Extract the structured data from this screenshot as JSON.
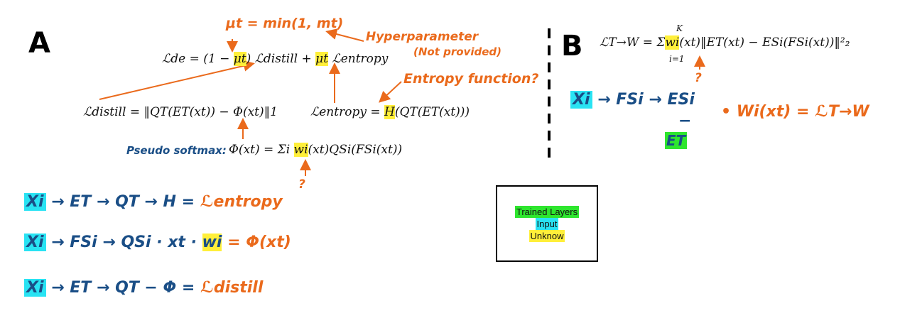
{
  "panel_a": {
    "letter": "A",
    "mu_def": "μt = min(1, mt)",
    "hyperparam_note_1": "Hyperparameter",
    "hyperparam_note_2": "(Not provided)",
    "entropy_note": "Entropy function?",
    "eq_de_lhs": "ℒde = (1 − ",
    "eq_de_mu": "μt",
    "eq_de_mid": ") ℒdistill + ",
    "eq_de_mu2": "μt",
    "eq_de_end": " ℒentropy",
    "eq_distill": "ℒdistill = ‖QT(ET(xt)) − Φ(xt)‖1",
    "eq_entropy_lhs": "ℒentropy = ",
    "eq_entropy_H": "H",
    "eq_entropy_rhs": "(QT(ET(xt)))",
    "pseudo_label": "Pseudo softmax:",
    "eq_phi_lhs": "Φ(xt) = Σi ",
    "eq_phi_w": "wi",
    "eq_phi_rhs": "(xt)QSi(FSi(xt))",
    "question": "?",
    "flow1": {
      "x": "Xi",
      "steps": "→ ET → QT → H =",
      "result": "ℒentropy"
    },
    "flow2": {
      "x": "Xi",
      "steps": "→ FSi → QSi · xt ·",
      "w": "wi",
      "result": "= Φ(xt)"
    },
    "flow3": {
      "x": "Xi",
      "steps": "→ ET → QT − Φ =",
      "result": "ℒdistill"
    }
  },
  "panel_b": {
    "letter": "B",
    "eq_lhs": "ℒT→W = Σ",
    "sum_top": "K",
    "sum_bottom": "i=1",
    "eq_w": "wi",
    "eq_rhs": "(xt)‖ET(xt) − ESi(FSi(xt))‖²₂",
    "question": "?",
    "flow_x": "Xi",
    "flow_steps": "→ FSi → ESi",
    "flow_minus": "−",
    "flow_et": "ET",
    "flow_w": "• Wi(xt) = ℒT→W"
  },
  "legend": {
    "trained": "Trained Layers",
    "input": "Input",
    "unknown": "Unknow"
  },
  "colors": {
    "orange": "#ea6a1c",
    "blue": "#1a4e86",
    "yellow": "#ffef3a",
    "cyan": "#29e3f3",
    "green": "#2ee62e"
  }
}
